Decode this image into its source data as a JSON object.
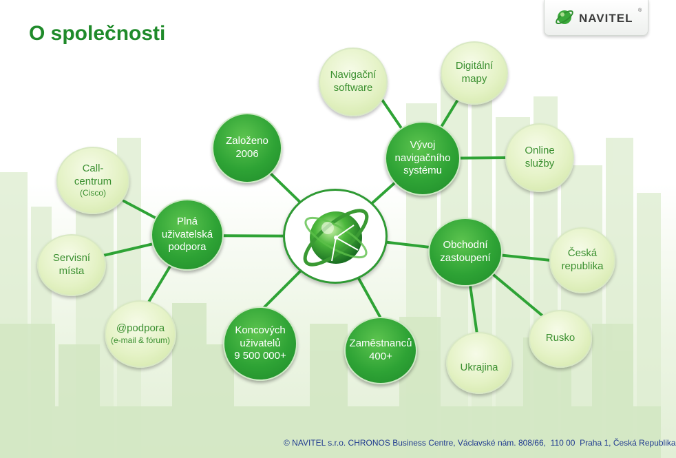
{
  "slide": {
    "title": "O společnosti",
    "brand": "NAVITEL",
    "brand_mark": "®",
    "footer": "© NAVITEL s.r.o. CHRONOS Business Centre, Václavské nám. 808/66,  110 00  Praha 1, Česká Republika",
    "colors": {
      "accent": "#1f8a2a",
      "light_node": "#e4f2c5",
      "dark_node": "#2ea335"
    }
  },
  "nodes": {
    "nav_software": {
      "line1": "Navigační",
      "line2": "software"
    },
    "digital_maps": {
      "line1": "Digitální",
      "line2": "mapy"
    },
    "founded": {
      "line1": "Založeno",
      "line2": "2006"
    },
    "dev_system": {
      "line1": "Vývoj",
      "line2": "navigačního",
      "line3": "systému"
    },
    "online": {
      "line1": "Online",
      "line2": "služby"
    },
    "call_centrum": {
      "line1": "Call-",
      "line2": "centrum",
      "line3": "(Cisco)"
    },
    "support": {
      "line1": "Plná",
      "line2": "uživatelská",
      "line3": "podpora"
    },
    "service": {
      "line1": "Servisní",
      "line2": "místa"
    },
    "sales": {
      "line1": "Obchodní",
      "line2": "zastoupení"
    },
    "czech": {
      "line1": "Česká",
      "line2": "republika"
    },
    "podpora": {
      "line1": "@podpora",
      "line2": "(e-mail & fórum)"
    },
    "users": {
      "line1": "Koncových",
      "line2": "uživatelů",
      "line3": "9 500 000+"
    },
    "employees": {
      "line1": "Zaměstnanců",
      "line2": "400+"
    },
    "ukraine": {
      "line1": "Ukrajina"
    },
    "russia": {
      "line1": "Rusko"
    }
  }
}
